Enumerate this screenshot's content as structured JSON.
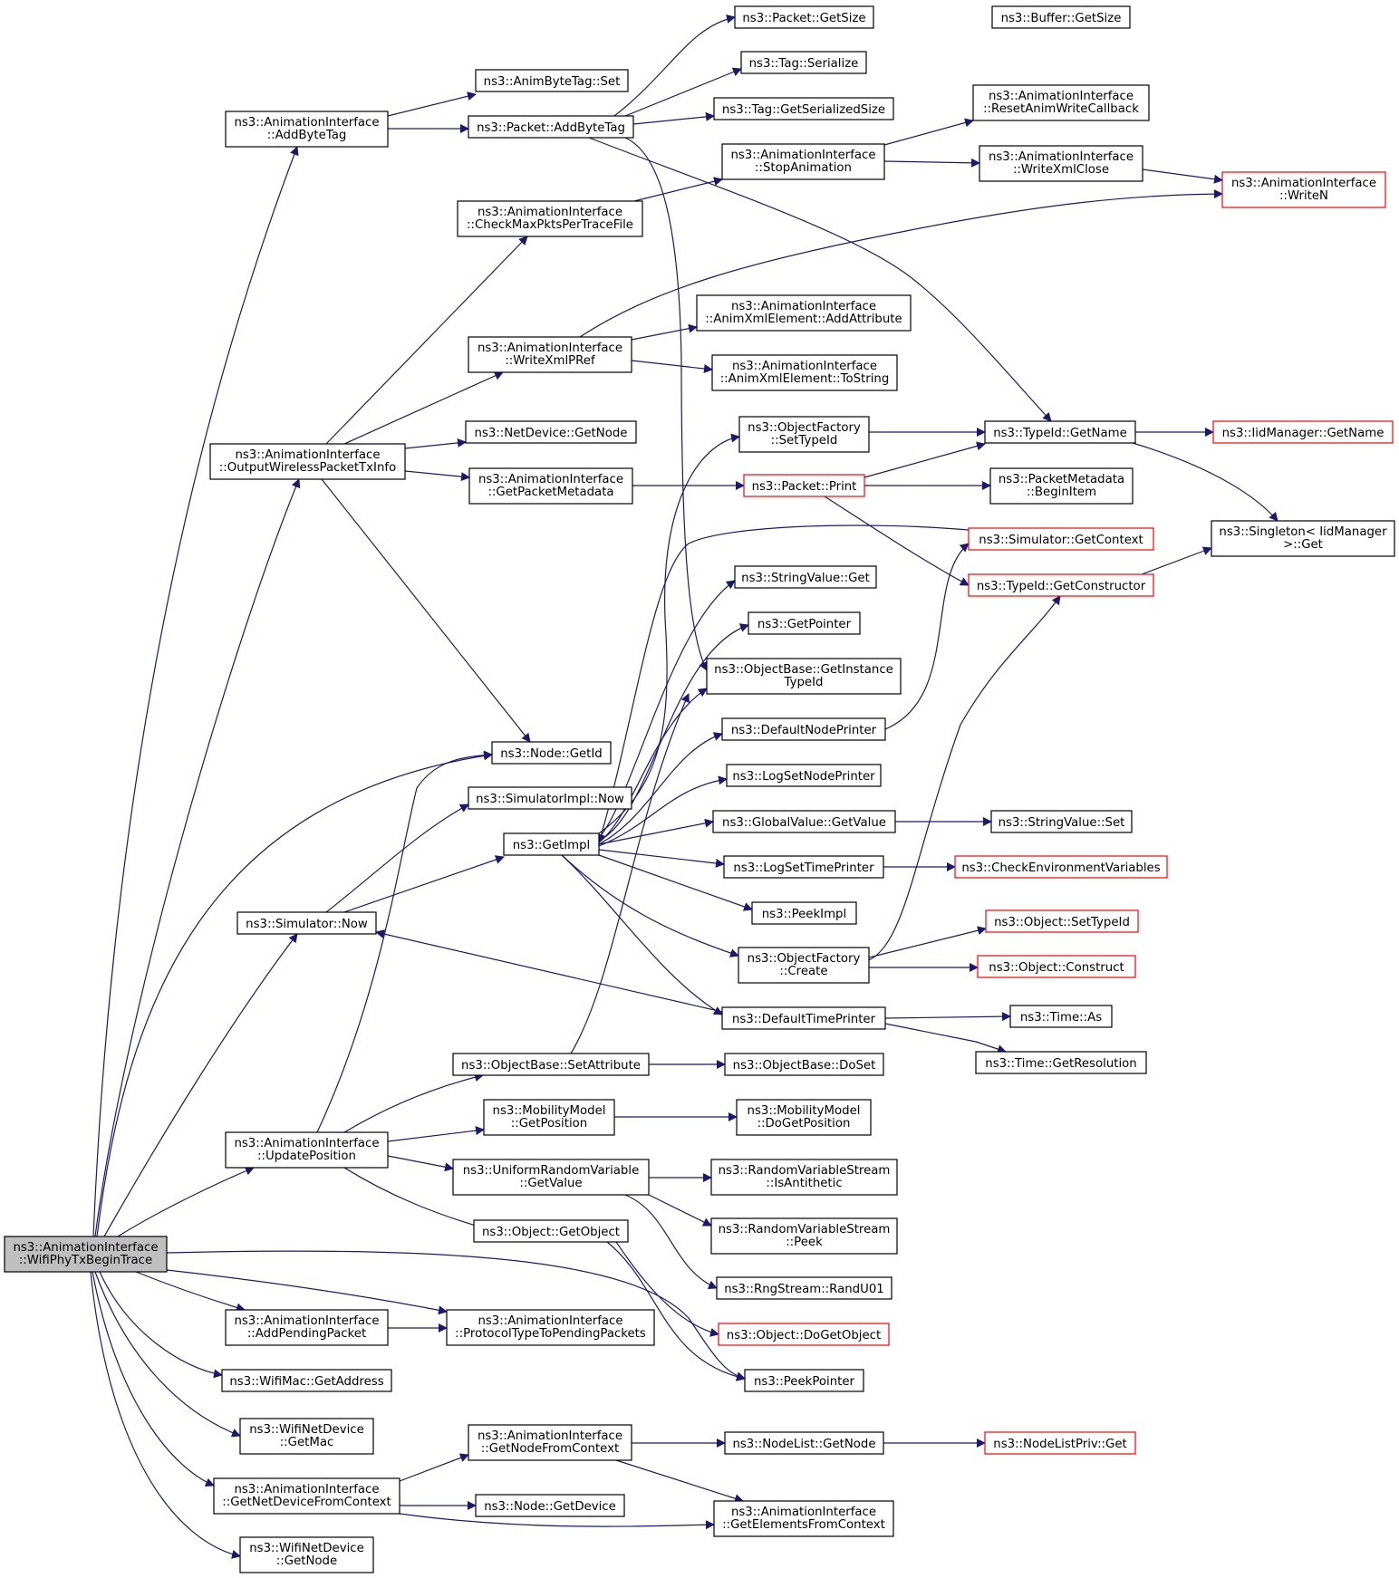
{
  "nodes": {
    "n0": [
      "ns3::AnimationInterface",
      "::WifiPhyTxBeginTrace"
    ],
    "n1": [
      "ns3::AnimationInterface",
      "::AddByteTag"
    ],
    "n2": [
      "ns3::AnimByteTag::Set"
    ],
    "n3": [
      "ns3::Packet::AddByteTag"
    ],
    "n4": [
      "ns3::Packet::GetSize"
    ],
    "n5": [
      "ns3::Buffer::GetSize"
    ],
    "n6": [
      "ns3::Tag::Serialize"
    ],
    "n7": [
      "ns3::Tag::GetSerializedSize"
    ],
    "n8": [
      "ns3::AnimationInterface",
      "::ResetAnimWriteCallback"
    ],
    "n9": [
      "ns3::AnimationInterface",
      "::StopAnimation"
    ],
    "n10": [
      "ns3::AnimationInterface",
      "::WriteXmlClose"
    ],
    "n11": [
      "ns3::AnimationInterface",
      "::WriteN"
    ],
    "n12": [
      "ns3::AnimationInterface",
      "::CheckMaxPktsPerTraceFile"
    ],
    "n13": [
      "ns3::AnimationInterface",
      "::AnimXmlElement::AddAttribute"
    ],
    "n14": [
      "ns3::AnimationInterface",
      "::WriteXmlPRef"
    ],
    "n15": [
      "ns3::AnimationInterface",
      "::AnimXmlElement::ToString"
    ],
    "n16": [
      "ns3::ObjectFactory",
      "::SetTypeId"
    ],
    "n17": [
      "ns3::TypeId::GetName"
    ],
    "n18": [
      "ns3::IidManager::GetName"
    ],
    "n19": [
      "ns3::AnimationInterface",
      "::OutputWirelessPacketTxInfo"
    ],
    "n20": [
      "ns3::NetDevice::GetNode"
    ],
    "n21": [
      "ns3::AnimationInterface",
      "::GetPacketMetadata"
    ],
    "n22": [
      "ns3::Packet::Print"
    ],
    "n23": [
      "ns3::PacketMetadata",
      "::BeginItem"
    ],
    "n24": [
      "ns3::Singleton< IidManager",
      " >::Get"
    ],
    "n25": [
      "ns3::Simulator::GetContext"
    ],
    "n26": [
      "ns3::TypeId::GetConstructor"
    ],
    "n27": [
      "ns3::StringValue::Get"
    ],
    "n28": [
      "ns3::GetPointer"
    ],
    "n29": [
      "ns3::ObjectBase::GetInstance",
      "TypeId"
    ],
    "n30": [
      "ns3::DefaultNodePrinter"
    ],
    "n31": [
      "ns3::Node::GetId"
    ],
    "n32": [
      "ns3::LogSetNodePrinter"
    ],
    "n33": [
      "ns3::SimulatorImpl::Now"
    ],
    "n34": [
      "ns3::GlobalValue::GetValue"
    ],
    "n35": [
      "ns3::StringValue::Set"
    ],
    "n36": [
      "ns3::GetImpl"
    ],
    "n37": [
      "ns3::LogSetTimePrinter"
    ],
    "n38": [
      "ns3::CheckEnvironmentVariables"
    ],
    "n39": [
      "ns3::PeekImpl"
    ],
    "n40": [
      "ns3::Simulator::Now"
    ],
    "n41": [
      "ns3::Object::SetTypeId"
    ],
    "n42": [
      "ns3::ObjectFactory",
      "::Create"
    ],
    "n43": [
      "ns3::Object::Construct"
    ],
    "n44": [
      "ns3::DefaultTimePrinter"
    ],
    "n45": [
      "ns3::Time::As"
    ],
    "n46": [
      "ns3::Time::GetResolution"
    ],
    "n47": [
      "ns3::ObjectBase::SetAttribute"
    ],
    "n48": [
      "ns3::ObjectBase::DoSet"
    ],
    "n49": [
      "ns3::MobilityModel",
      "::GetPosition"
    ],
    "n50": [
      "ns3::MobilityModel",
      "::DoGetPosition"
    ],
    "n51": [
      "ns3::AnimationInterface",
      "::UpdatePosition"
    ],
    "n52": [
      "ns3::UniformRandomVariable",
      "::GetValue"
    ],
    "n53": [
      "ns3::RandomVariableStream",
      "::IsAntithetic"
    ],
    "n54": [
      "ns3::Object::GetObject"
    ],
    "n55": [
      "ns3::RandomVariableStream",
      "::Peek"
    ],
    "n56": [
      "ns3::RngStream::RandU01"
    ],
    "n57": [
      "ns3::AnimationInterface",
      "::AddPendingPacket"
    ],
    "n58": [
      "ns3::AnimationInterface",
      "::ProtocolTypeToPendingPackets"
    ],
    "n59": [
      "ns3::Object::DoGetObject"
    ],
    "n60": [
      "ns3::WifiMac::GetAddress"
    ],
    "n61": [
      "ns3::PeekPointer"
    ],
    "n62": [
      "ns3::WifiNetDevice",
      "::GetMac"
    ],
    "n63": [
      "ns3::AnimationInterface",
      "::GetNodeFromContext"
    ],
    "n64": [
      "ns3::NodeList::GetNode"
    ],
    "n65": [
      "ns3::NodeListPriv::Get"
    ],
    "n66": [
      "ns3::AnimationInterface",
      "::GetNetDeviceFromContext"
    ],
    "n67": [
      "ns3::Node::GetDevice"
    ],
    "n68": [
      "ns3::AnimationInterface",
      "::GetElementsFromContext"
    ],
    "n69": [
      "ns3::WifiNetDevice",
      "::GetNode"
    ]
  },
  "colors": {
    "edge": "#191970",
    "node_border": "#000000",
    "truncated_border": "#ff0000",
    "root_fill": "#bfbfbf"
  }
}
